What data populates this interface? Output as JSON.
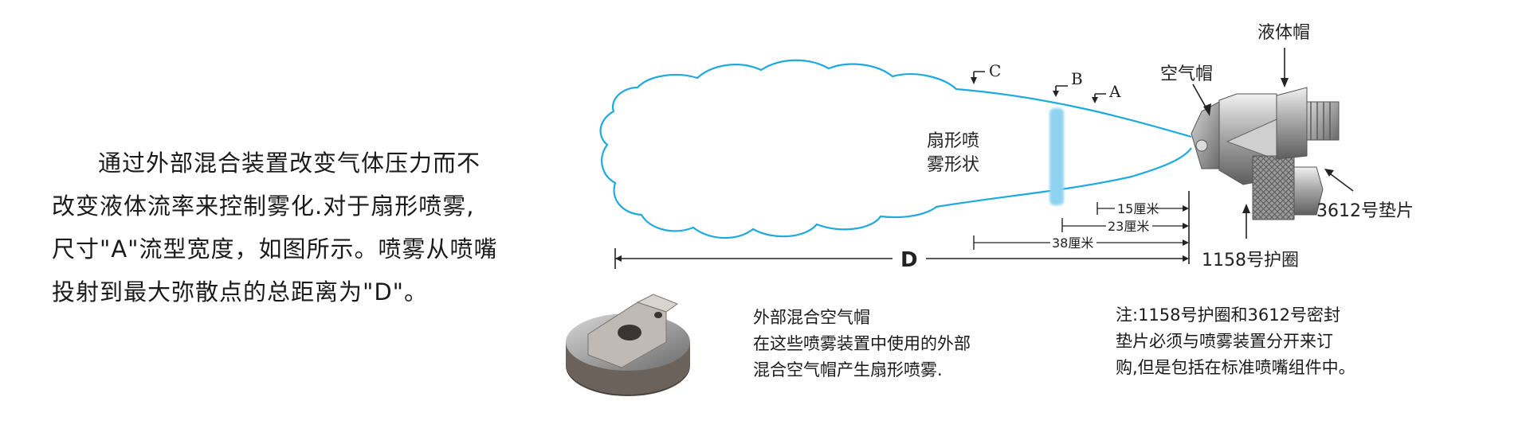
{
  "intro": {
    "text": "通过外部混合装置改变气体压力而不改变液体流率来控制雾化.对于扇形喷雾,尺寸\"A\"流型宽度，如图所示。喷雾从喷嘴投射到最大弥散点的总距离为\"D\"。"
  },
  "diagram": {
    "spray_label_line1": "扇形喷",
    "spray_label_line2": "雾形状",
    "marker_a": "A",
    "marker_b": "B",
    "marker_c": "C",
    "marker_d": "D",
    "dim_15": "15厘米",
    "dim_23": "23厘米",
    "dim_38": "38厘米",
    "liquid_cap": "液体帽",
    "air_cap": "空气帽",
    "gasket": "3612号垫片",
    "retainer": "1158号护圈",
    "spray_color": "#1eaadf",
    "pattern_color": "#8fd3f0"
  },
  "cap_note": {
    "line1": "外部混合空气帽",
    "line2": "在这些喷雾装置中使用的外部",
    "line3": "混合空气帽产生扇形喷雾."
  },
  "footnote": {
    "line1": "注:1158号护圈和3612号密封",
    "line2": "垫片必须与喷雾装置分开来订",
    "line3": "购,但是包括在标准喷嘴组件中。"
  }
}
